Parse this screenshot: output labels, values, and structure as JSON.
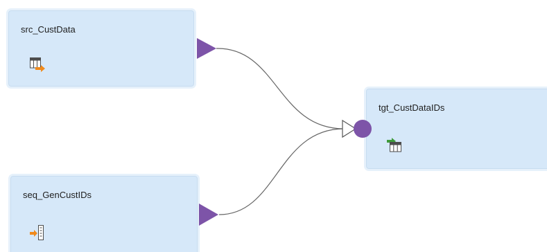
{
  "nodes": {
    "source": {
      "title": "src_CustData",
      "icon": "table-output-icon",
      "type": "source"
    },
    "sequence": {
      "title": "seq_GenCustIDs",
      "icon": "sequence-generator-icon",
      "type": "sequence"
    },
    "target": {
      "title": "tgt_CustDataIDs",
      "icon": "table-input-icon",
      "type": "target"
    }
  },
  "links": [
    {
      "from": "source",
      "to": "target"
    },
    {
      "from": "sequence",
      "to": "target"
    }
  ],
  "colors": {
    "node_fill": "#d6e8f9",
    "node_border": "#e6f1fb",
    "port": "#7d54a8",
    "link": "#666666",
    "icon_orange": "#f08a1c",
    "icon_green": "#3e9b3a",
    "icon_dark": "#4d4d4d"
  }
}
